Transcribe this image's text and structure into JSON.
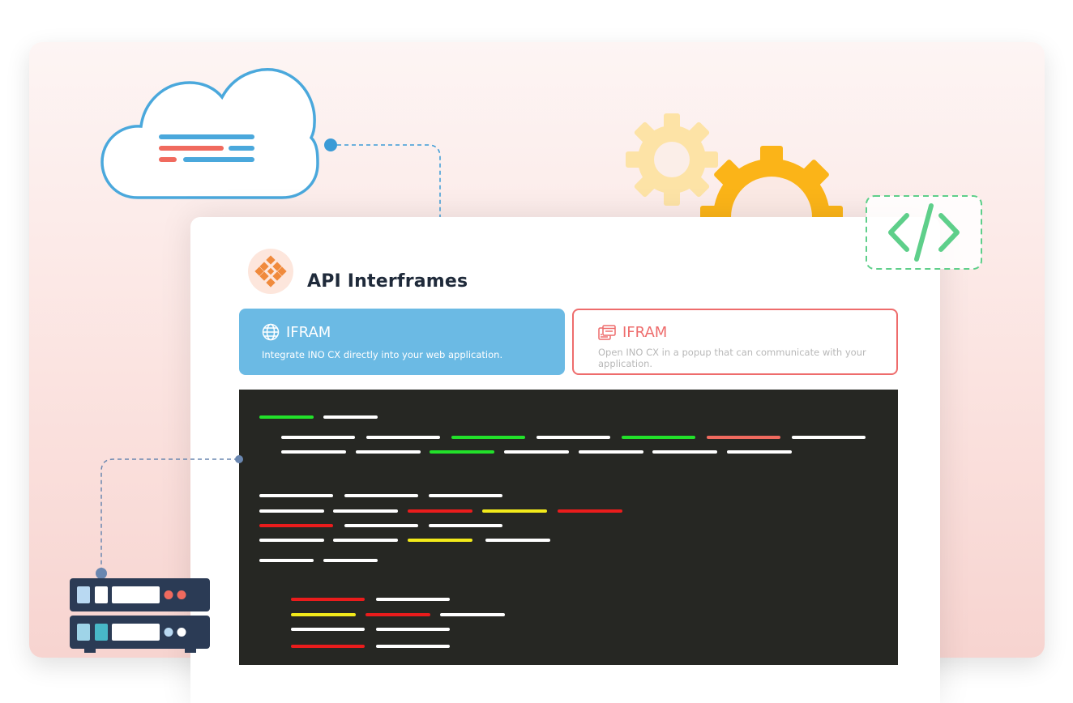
{
  "page": {
    "title": "API Interframes"
  },
  "tabs": [
    {
      "label": "IFRAM",
      "description": "Integrate INO CX directly into your web application.",
      "icon": "globe-icon",
      "active": true,
      "bg_color": "#6bbae4"
    },
    {
      "label": "IFRAM",
      "description": "Open INO CX in a popup that can communicate with your application.",
      "icon": "popup-window-icon",
      "active": false,
      "border_color": "#ee6c6c"
    }
  ],
  "colors": {
    "code_bg": "#262723",
    "code_white": "#ffffff",
    "code_green": "#22e12a",
    "code_red": "#ea1c1c",
    "code_salmon": "#f06a5e",
    "code_yellow": "#f2ea1a",
    "cloud_blue": "#4aa8dc",
    "gear_light": "#fde3a6",
    "gear_dark": "#fbb418",
    "code_icon_green": "#5ecf8a",
    "server_dark": "#2b3b55"
  },
  "icons": {
    "logo": "diamond-logo-icon",
    "cloud": "cloud-icon",
    "gears": "gears-icon",
    "code": "code-brackets-icon",
    "server": "server-icon"
  }
}
